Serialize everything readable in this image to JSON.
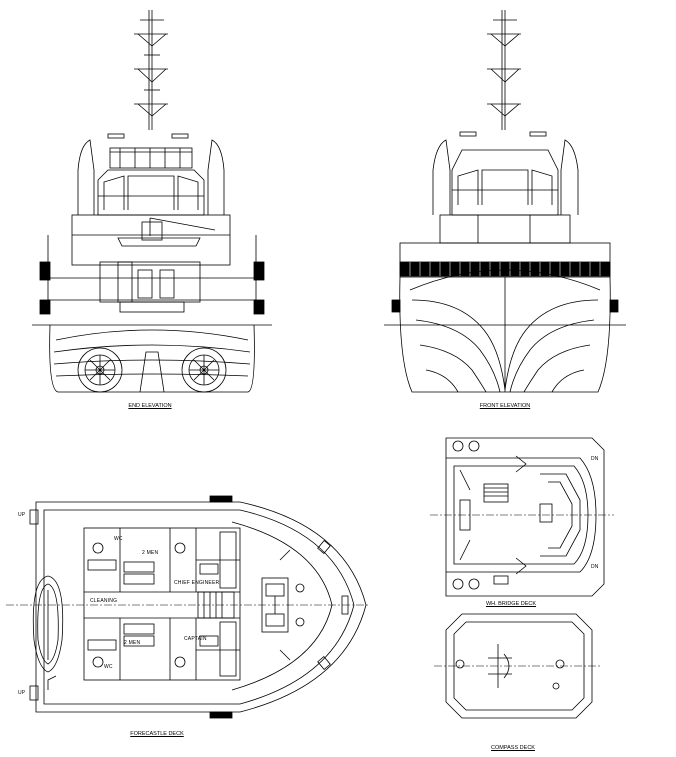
{
  "views": {
    "end_elevation": "END ELEVATION",
    "front_elevation": "FRONT ELEVATION",
    "forecastle_deck": "FORECASTLE DECK",
    "wheelhouse_deck": "WH. BRIDGE DECK",
    "compass_deck": "COMPASS DECK"
  },
  "room_labels": {
    "chief_engineer": "CHIEF ENGINEER",
    "captain": "CAPTAIN",
    "two_men_top": "2 MEN",
    "two_men_bottom": "2 MEN",
    "wc_top": "WC",
    "wc_bottom": "WC",
    "cleaning": "CLEANING",
    "up_left": "UP",
    "up_right": "UP",
    "dn_top": "DN",
    "dn_bottom": "DN"
  },
  "colors": {
    "line": "#000000",
    "background": "#ffffff"
  }
}
